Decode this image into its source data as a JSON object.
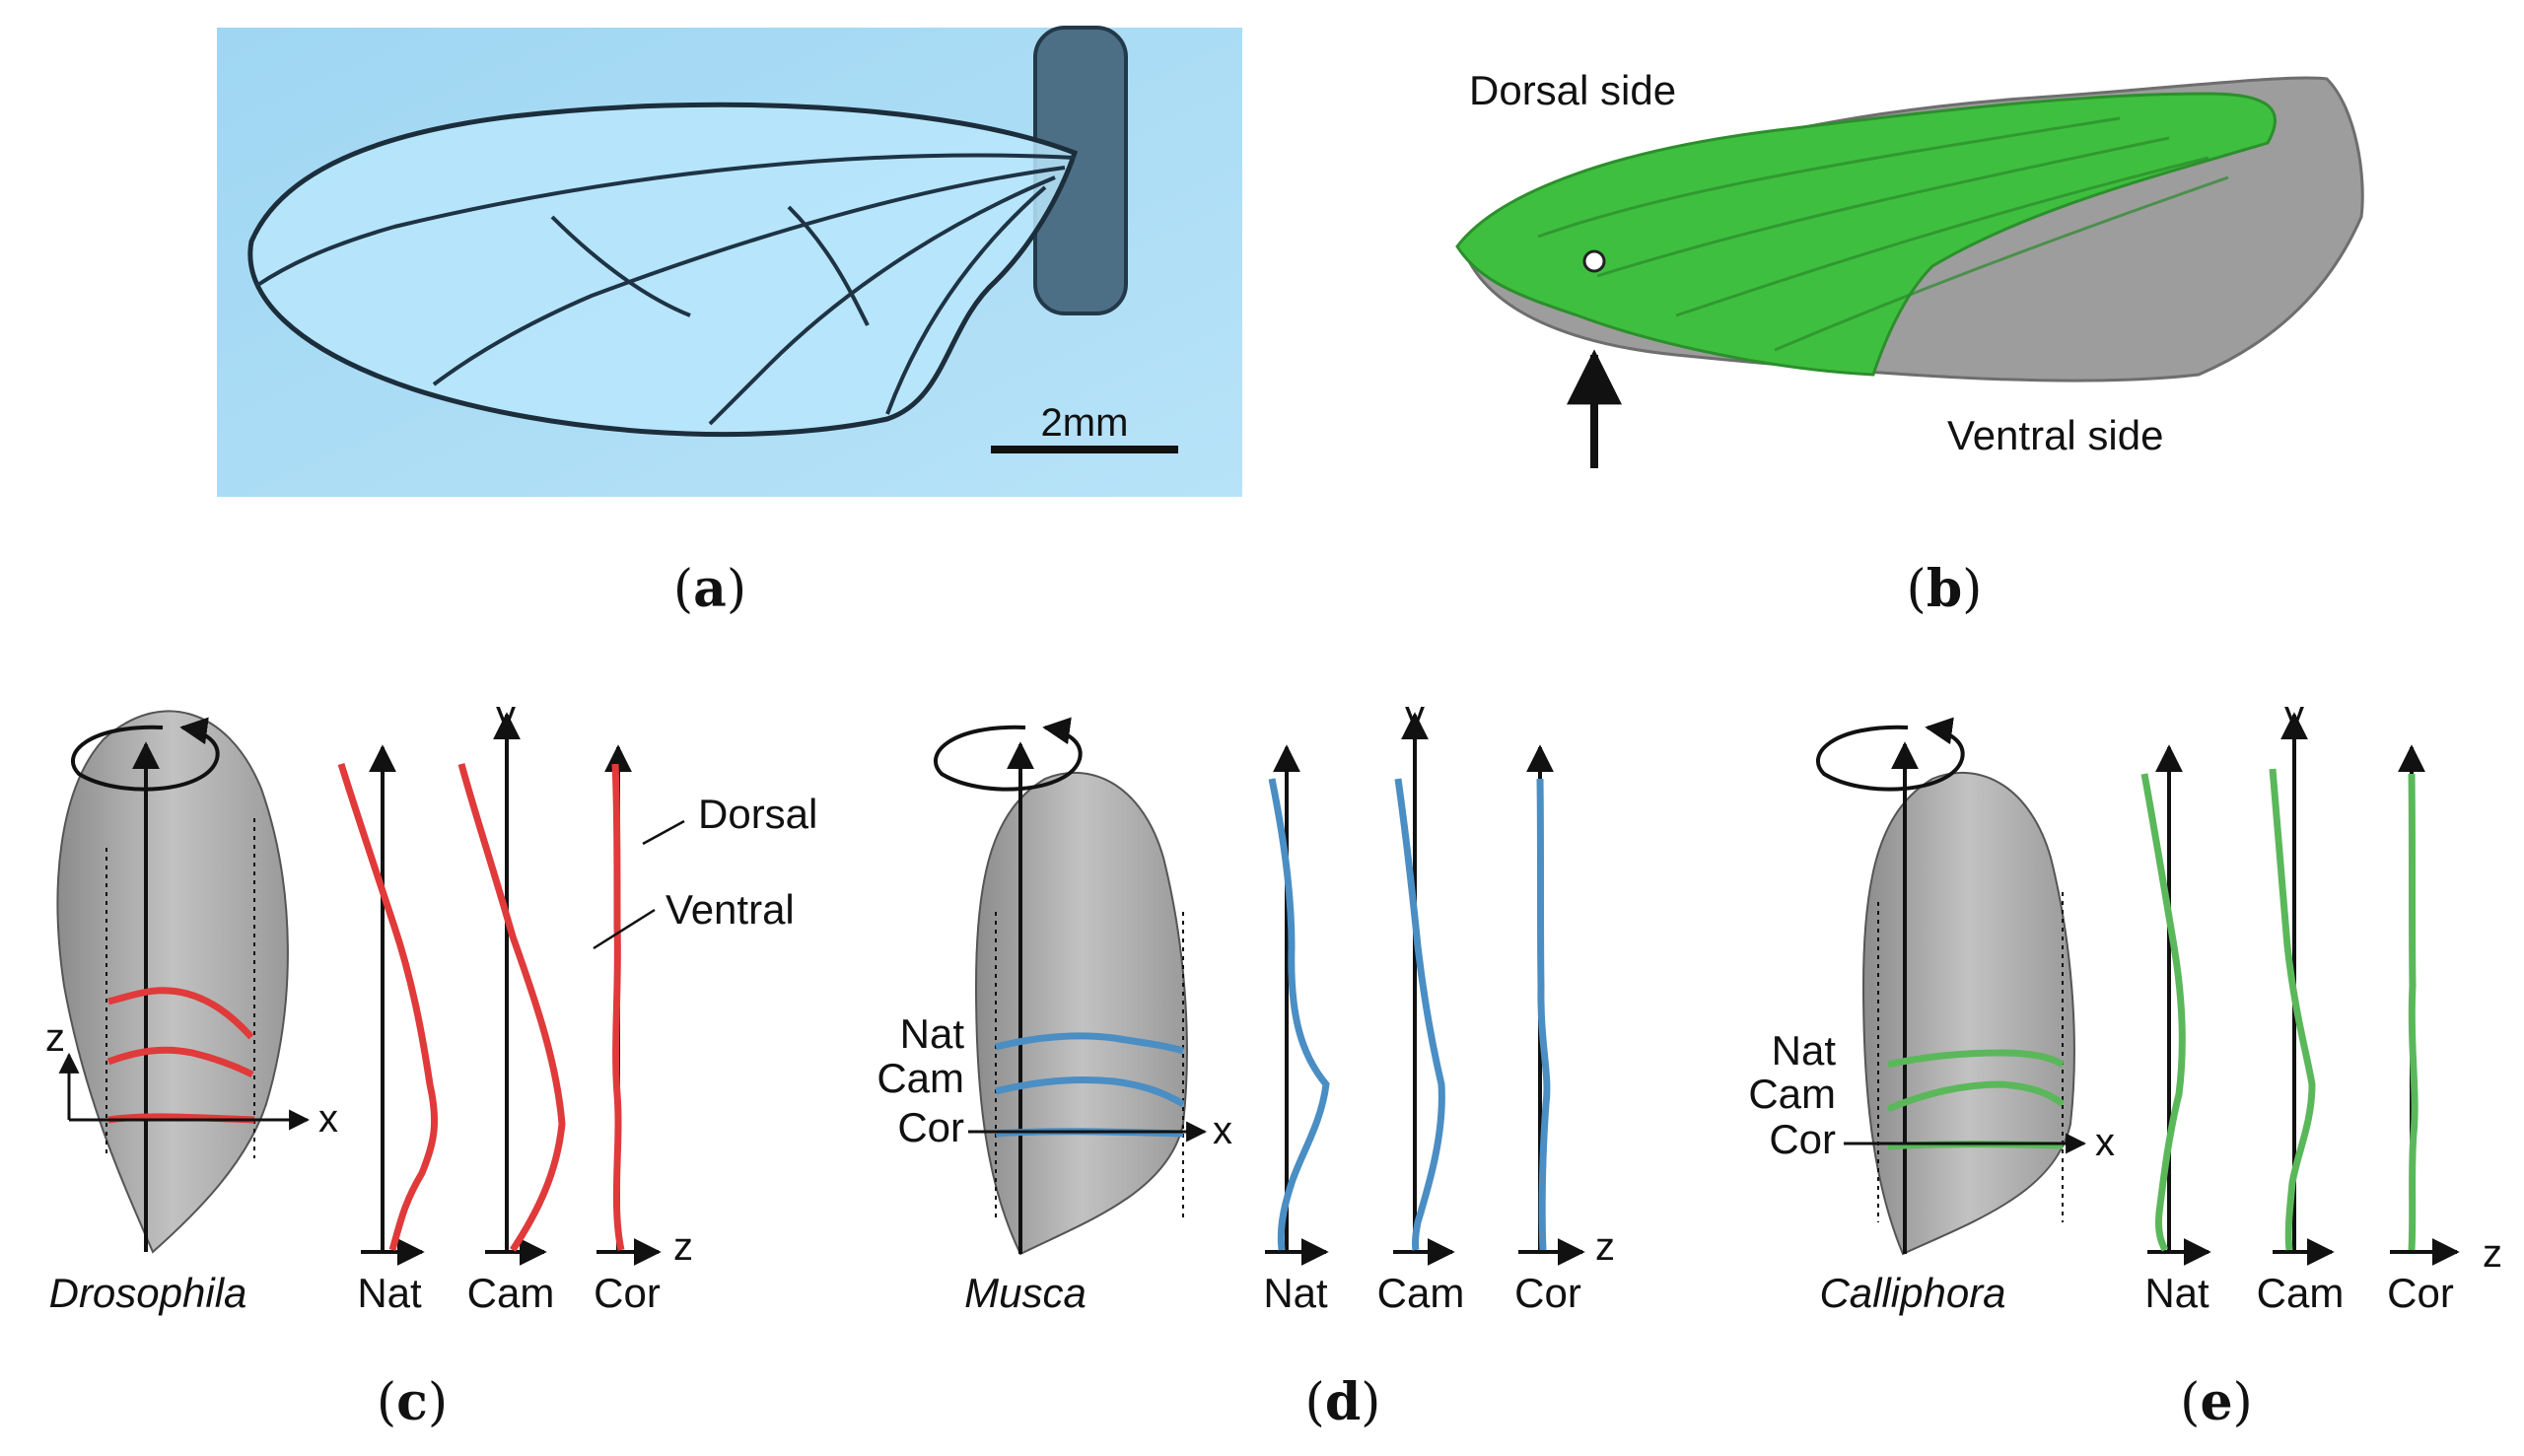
{
  "panels": {
    "a": {
      "caption_letter": "a",
      "scale_bar": "2mm"
    },
    "b": {
      "caption_letter": "b",
      "dorsal_label": "Dorsal side",
      "ventral_label": "Ventral side"
    },
    "c": {
      "caption_letter": "c",
      "species": "Drosophila",
      "profile_color": "#e03a3a",
      "annotations": {
        "dorsal": "Dorsal",
        "ventral": "Ventral"
      }
    },
    "d": {
      "caption_letter": "d",
      "species": "Musca",
      "profile_color": "#4a8ec4"
    },
    "e": {
      "caption_letter": "e",
      "species": "Calliphora",
      "profile_color": "#5ab85a"
    }
  },
  "axes": {
    "x": "x",
    "y": "y",
    "z": "z"
  },
  "sections": {
    "nat": "Nat",
    "cam": "Cam",
    "cor": "Cor"
  },
  "colors": {
    "photo_background": "#a6dcf5",
    "scan_green": "#3fbf3f",
    "scan_gray": "#9a9a9a"
  }
}
